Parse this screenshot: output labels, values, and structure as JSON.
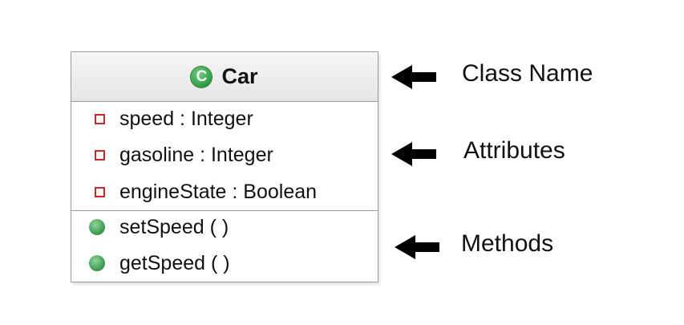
{
  "uml_class": {
    "name": "Car",
    "icon_letter": "C",
    "attributes": [
      "speed : Integer",
      "gasoline : Integer",
      "engineState : Boolean"
    ],
    "methods": [
      "setSpeed ( )",
      "getSpeed ( )"
    ]
  },
  "annotations": {
    "class_name": "Class Name",
    "attributes": "Attributes",
    "methods": "Methods"
  },
  "colors": {
    "class_icon": "#2e9a44",
    "attribute_icon": "#c02a2a",
    "method_icon": "#3f9b52",
    "border": "#9a9a9a"
  }
}
